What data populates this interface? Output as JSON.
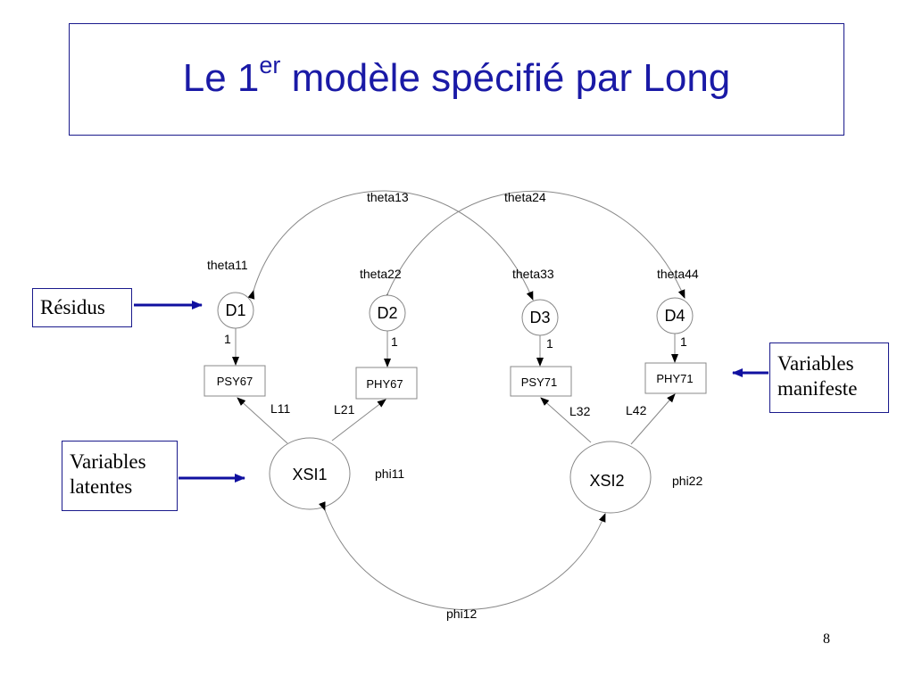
{
  "slide": {
    "title_prefix": "Le 1",
    "title_sup": "er",
    "title_suffix": " modèle spécifié par Long",
    "page_number": "8"
  },
  "callouts": {
    "residus": "Résidus",
    "manifest_line1": "Variables",
    "manifest_line2": "manifeste",
    "latent_line1": "Variables",
    "latent_line2": "latentes"
  },
  "diagram": {
    "residuals": [
      "D1",
      "D2",
      "D3",
      "D4"
    ],
    "manifest": [
      "PSY67",
      "PHY67",
      "PSY71",
      "PHY71"
    ],
    "latent": [
      "XSI1",
      "XSI2"
    ],
    "fixed_paths": [
      "1",
      "1",
      "1",
      "1"
    ],
    "loadings": [
      "L11",
      "L21",
      "L32",
      "L42"
    ],
    "residual_variances": [
      "theta11",
      "theta22",
      "theta33",
      "theta44"
    ],
    "residual_covariances": [
      "theta13",
      "theta24"
    ],
    "latent_variances": [
      "phi11",
      "phi22"
    ],
    "latent_covariance": "phi12",
    "colors": {
      "frame": "#1a1a8c",
      "title": "#1a1aa6",
      "arrow_blue": "#1010a0",
      "line": "#888888"
    }
  }
}
